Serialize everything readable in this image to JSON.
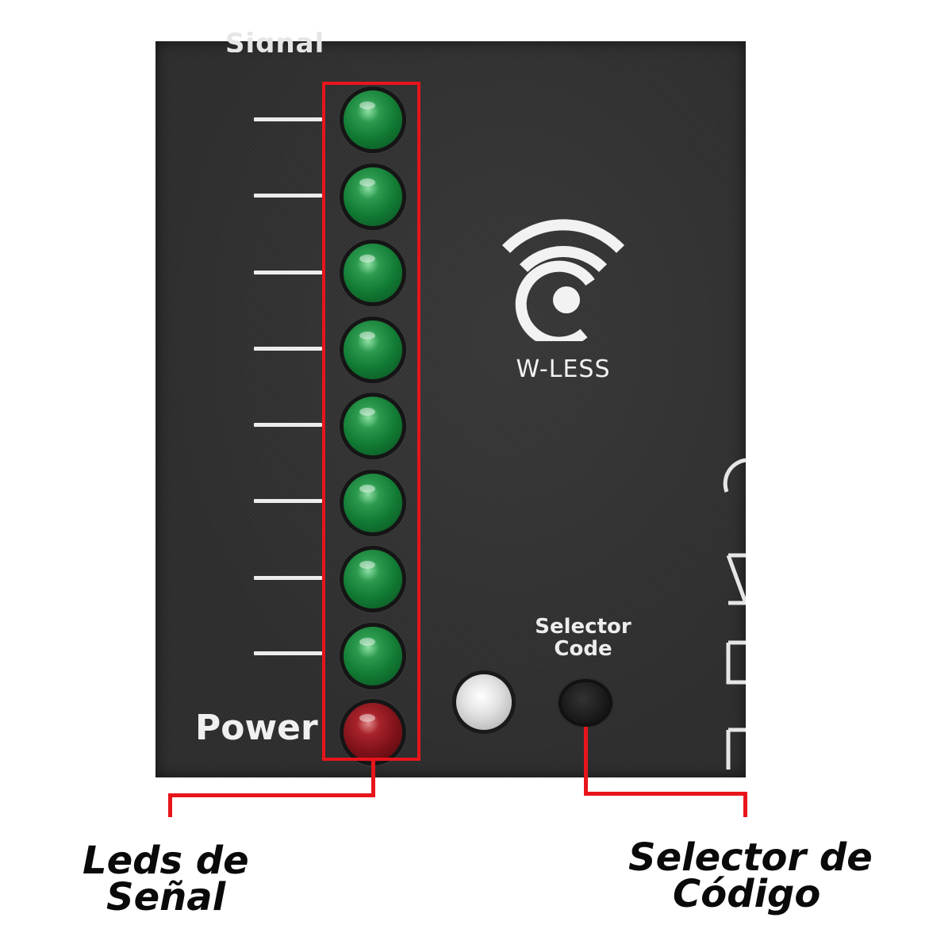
{
  "device": {
    "signal_label": "Signal",
    "power_label": "Power",
    "selector_label_line1": "Selector",
    "selector_label_line2": "Code",
    "logo_icon": "wifi-c-logo-icon",
    "logo_text": "W-LESS",
    "led_count": 9,
    "led_colors": [
      "green",
      "green",
      "green",
      "green",
      "green",
      "green",
      "green",
      "green",
      "red"
    ],
    "accent_color": "#e8151b"
  },
  "callouts": {
    "leds_line1": "Leds de",
    "leds_line2": "Señal",
    "selector_line1": "Selector de",
    "selector_line2": "Código"
  }
}
